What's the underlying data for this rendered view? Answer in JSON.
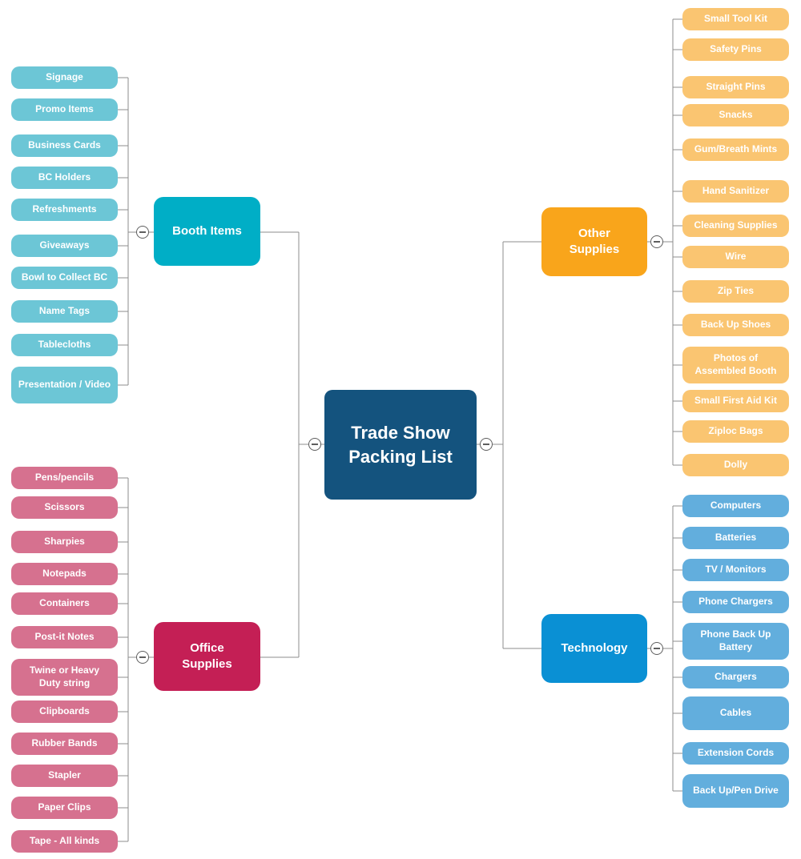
{
  "root": {
    "label": "Trade Show Packing List",
    "color": "#14537E"
  },
  "connector": {
    "line_color": "#8c8c8c",
    "collapse_icon": "minus"
  },
  "branches": [
    {
      "id": "booth-items",
      "label": "Booth Items",
      "color": "#00AEC6",
      "child_color": "#6CC6D6",
      "side": "left",
      "children": [
        "Signage",
        "Promo Items",
        "Business Cards",
        "BC Holders",
        "Refreshments",
        "Giveaways",
        "Bowl to Collect BC",
        "Name Tags",
        "Tablecloths",
        "Presentation / Video"
      ]
    },
    {
      "id": "office-supplies",
      "label": "Office Supplies",
      "color": "#C41F55",
      "child_color": "#D6718F",
      "side": "left",
      "children": [
        "Pens/pencils",
        "Scissors",
        "Sharpies",
        "Notepads",
        "Containers",
        "Post-it Notes",
        "Twine or Heavy Duty string",
        "Clipboards",
        "Rubber Bands",
        "Stapler",
        "Paper Clips",
        "Tape - All kinds"
      ]
    },
    {
      "id": "other-supplies",
      "label": "Other Supplies",
      "color": "#F9A51B",
      "child_color": "#FAC571",
      "side": "right",
      "children": [
        "Small Tool Kit",
        "Safety Pins",
        "Straight Pins",
        "Snacks",
        "Gum/Breath Mints",
        "Hand Sanitizer",
        "Cleaning Supplies",
        "Wire",
        "Zip Ties",
        "Back Up Shoes",
        "Photos of Assembled Booth",
        "Small First Aid Kit",
        "Ziploc Bags",
        "Dolly"
      ]
    },
    {
      "id": "technology",
      "label": "Technology",
      "color": "#0A90D4",
      "child_color": "#62AEDD",
      "side": "right",
      "children": [
        "Computers",
        "Batteries",
        "TV / Monitors",
        "Phone Chargers",
        "Phone Back Up Battery",
        "Chargers",
        "Cables",
        "Extension Cords",
        "Back Up/Pen Drive"
      ]
    }
  ]
}
